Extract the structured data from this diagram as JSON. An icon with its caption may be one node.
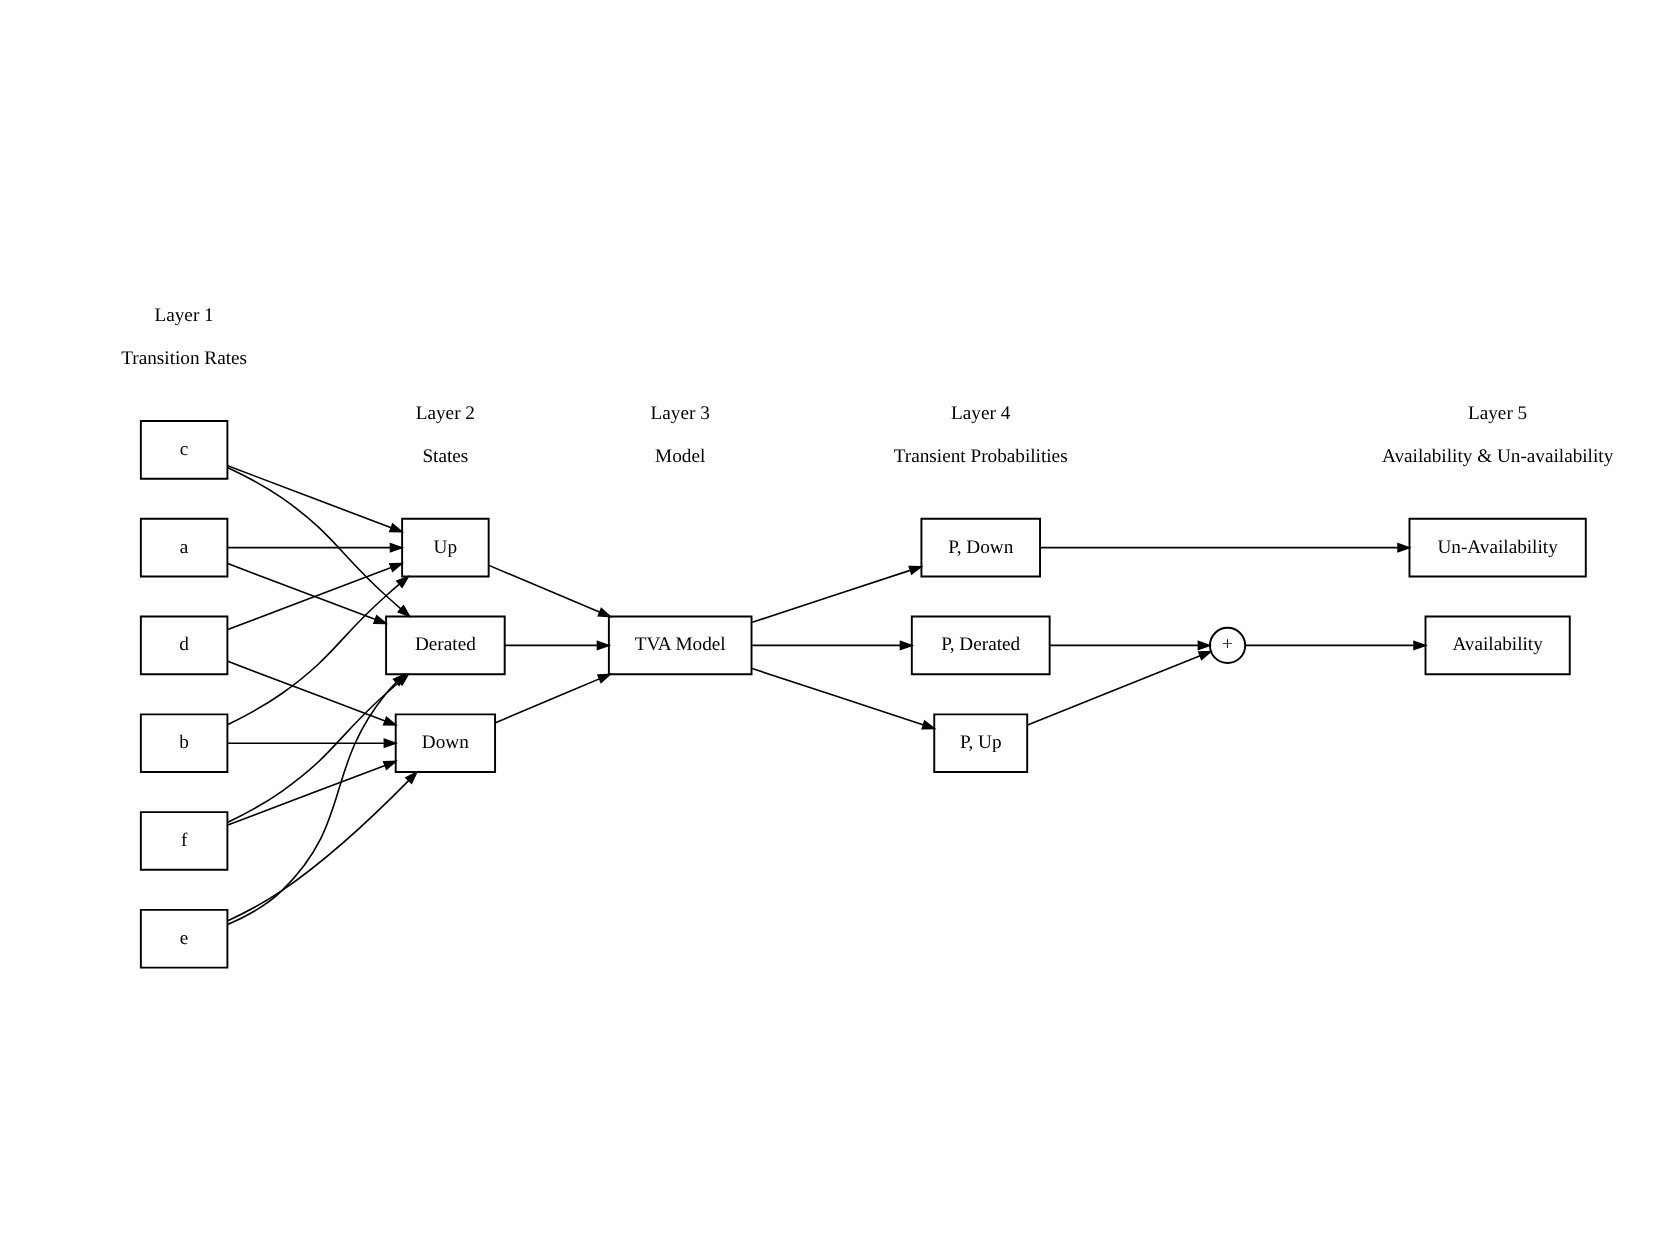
{
  "diagram": {
    "nodes": [
      {
        "text": [
          "a"
        ]
      },
      {
        "text": [
          "b"
        ]
      },
      {
        "text": [
          "c"
        ]
      },
      {
        "text": [
          "d"
        ]
      },
      {
        "text": [
          "e"
        ]
      },
      {
        "text": [
          "f"
        ]
      },
      {
        "text": [
          "Up"
        ]
      },
      {
        "text": [
          "Derated"
        ]
      },
      {
        "text": [
          "Down"
        ]
      },
      {
        "text": [
          "TVA Model"
        ]
      },
      {
        "text": [
          "P, Up"
        ]
      },
      {
        "text": [
          "P, Derated"
        ]
      },
      {
        "text": [
          "P, Down"
        ]
      },
      {
        "text": [
          "+"
        ]
      },
      {
        "text": [
          "Availability"
        ]
      },
      {
        "text": [
          "Un-Availability"
        ]
      }
    ],
    "edges": [
      {
        "from": 0,
        "to": 6,
        "arrow": "to"
      },
      {
        "from": 0,
        "to": 7,
        "arrow": "to"
      },
      {
        "from": 1,
        "to": 6,
        "arrow": "to"
      },
      {
        "from": 1,
        "to": 8,
        "arrow": "to"
      },
      {
        "from": 2,
        "to": 6,
        "arrow": "to"
      },
      {
        "from": 2,
        "to": 7,
        "arrow": "to"
      },
      {
        "from": 3,
        "to": 6,
        "arrow": "to"
      },
      {
        "from": 3,
        "to": 8,
        "arrow": "to"
      },
      {
        "from": 4,
        "to": 7,
        "arrow": "to"
      },
      {
        "from": 4,
        "to": 8,
        "arrow": "to"
      },
      {
        "from": 5,
        "to": 7,
        "arrow": "to"
      },
      {
        "from": 5,
        "to": 8,
        "arrow": "to"
      },
      {
        "from": 6,
        "to": 9,
        "arrow": "to"
      },
      {
        "from": 7,
        "to": 9,
        "arrow": "to"
      },
      {
        "from": 8,
        "to": 9,
        "arrow": "to"
      },
      {
        "from": 9,
        "to": 10,
        "arrow": "to"
      },
      {
        "from": 9,
        "to": 11,
        "arrow": "to"
      },
      {
        "from": 9,
        "to": 12,
        "arrow": "to"
      },
      {
        "from": 10,
        "to": 13,
        "arrow": "to"
      },
      {
        "from": 11,
        "to": 13,
        "arrow": "to"
      },
      {
        "from": 13,
        "to": 14,
        "arrow": "to"
      },
      {
        "from": 12,
        "to": 15,
        "arrow": "to"
      }
    ],
    "labels": [
      "Layer 1",
      "Transition Rates",
      "Layer 2",
      "States",
      "Layer 3",
      "Model",
      "Layer 4",
      "Transient Probabilities",
      "Layer 5",
      "Availability & Un-availability"
    ]
  }
}
